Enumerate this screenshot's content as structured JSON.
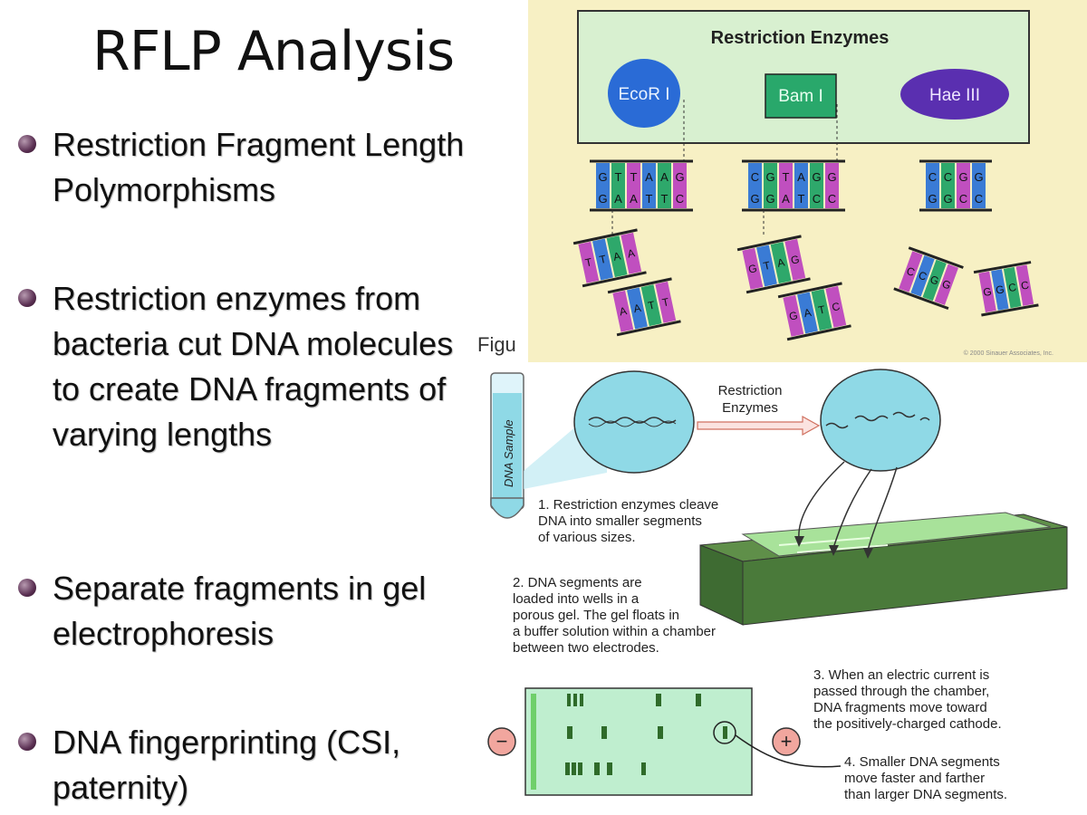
{
  "slide": {
    "title": "RFLP Analysis",
    "bullets": [
      {
        "text": "Restriction Fragment Length Polymorphisms"
      },
      {
        "text": "Restriction enzymes from bacteria cut DNA molecules to create DNA fragments of varying lengths"
      },
      {
        "text": "Separate fragments in gel electrophoresis"
      },
      {
        "text": "DNA fingerprinting (CSI, paternity)"
      }
    ]
  },
  "enzyme_diagram": {
    "title": "Restriction Enzymes",
    "enzymes": [
      "EcoR I",
      "Bam I",
      "Hae III"
    ],
    "site1": {
      "top": [
        "G",
        "T",
        "T",
        "A",
        "A",
        "G"
      ],
      "bottom": [
        "G",
        "A",
        "A",
        "T",
        "T",
        "C"
      ]
    },
    "site2": {
      "top": [
        "C",
        "G",
        "T",
        "A",
        "G",
        "G"
      ],
      "bottom": [
        "G",
        "G",
        "A",
        "T",
        "C",
        "C"
      ]
    },
    "site3": {
      "top": [
        "C",
        "C",
        "G",
        "G"
      ],
      "bottom": [
        "G",
        "G",
        "C",
        "C"
      ]
    },
    "frag1a": [
      "T",
      "T",
      "A",
      "A"
    ],
    "frag1b": [
      "A",
      "A",
      "T",
      "T"
    ],
    "frag2a": [
      "G",
      "T",
      "A",
      "G"
    ],
    "frag2b": [
      "G",
      "A",
      "T",
      "C"
    ],
    "frag3a": [
      "C",
      "C",
      "G",
      "G"
    ],
    "frag3b": [
      "G",
      "G",
      "C",
      "C"
    ],
    "copyright": "© 2000 Sinauer Associates, Inc."
  },
  "gel_diagram": {
    "figure_label": "Figu",
    "tube_label": "DNA Sample",
    "arrow_label_1": "Restriction",
    "arrow_label_2": "Enzymes",
    "step1": [
      "1. Restriction enzymes cleave",
      "DNA into smaller segments",
      "of various sizes."
    ],
    "step2": [
      "2. DNA segments are",
      "loaded into wells in a",
      "porous gel.  The gel floats in",
      "a buffer solution within a chamber",
      "between two electrodes."
    ],
    "step3": [
      "3. When an electric current is",
      "passed through the chamber,",
      "DNA fragments move toward",
      "the positively-charged cathode."
    ],
    "step4": [
      "4. Smaller DNA segments",
      "move faster and farther",
      "than larger DNA segments."
    ],
    "minus": "−",
    "plus": "+",
    "colors": {
      "sphere": "#8fd9e6",
      "gel": "#4a7a3a",
      "gel_top": "#a8e29a",
      "electrode": "#e88a80"
    }
  }
}
